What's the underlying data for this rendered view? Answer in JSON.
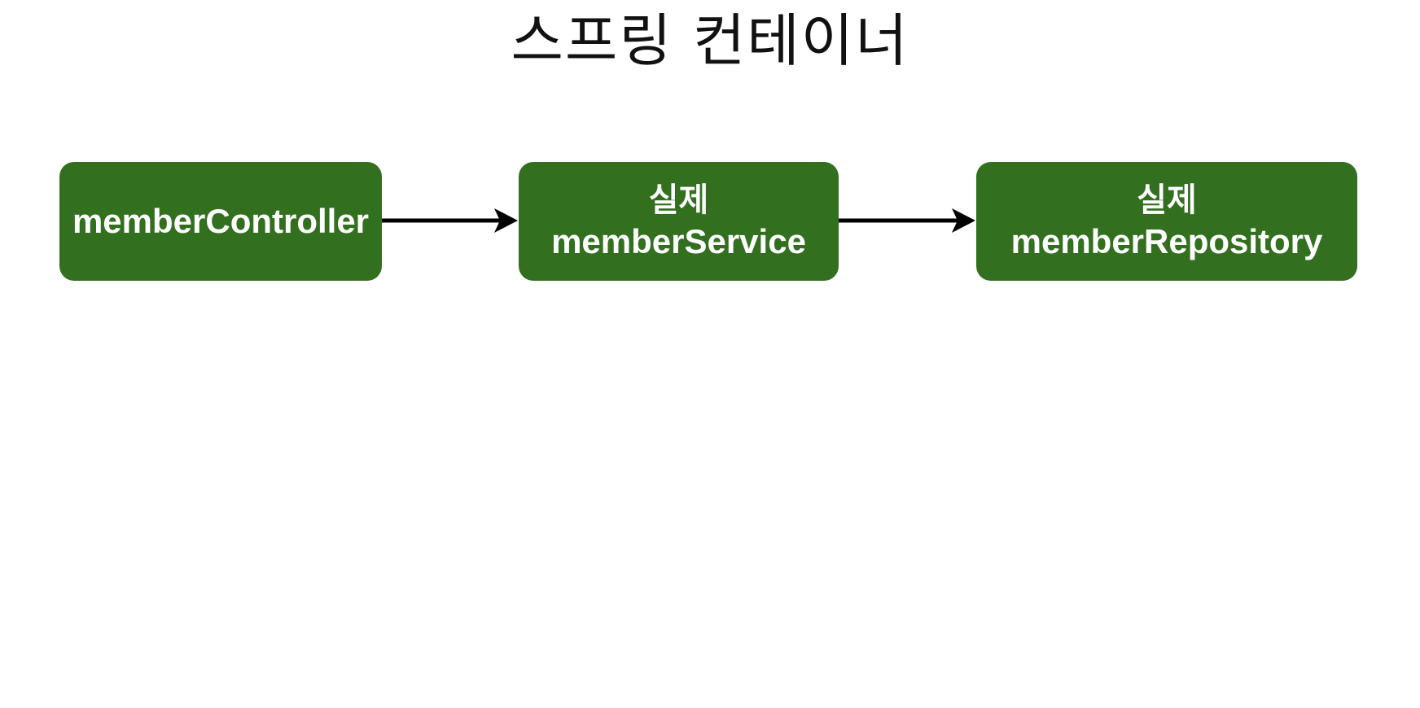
{
  "title": "스프링 컨테이너",
  "nodes": [
    {
      "prefix": "",
      "name": "memberController"
    },
    {
      "prefix": "실제",
      "name": "memberService"
    },
    {
      "prefix": "실제",
      "name": "memberRepository"
    }
  ],
  "colors": {
    "node_fill": "#32701f",
    "node_text": "#ffffff",
    "arrow": "#000000",
    "title": "#111111"
  }
}
